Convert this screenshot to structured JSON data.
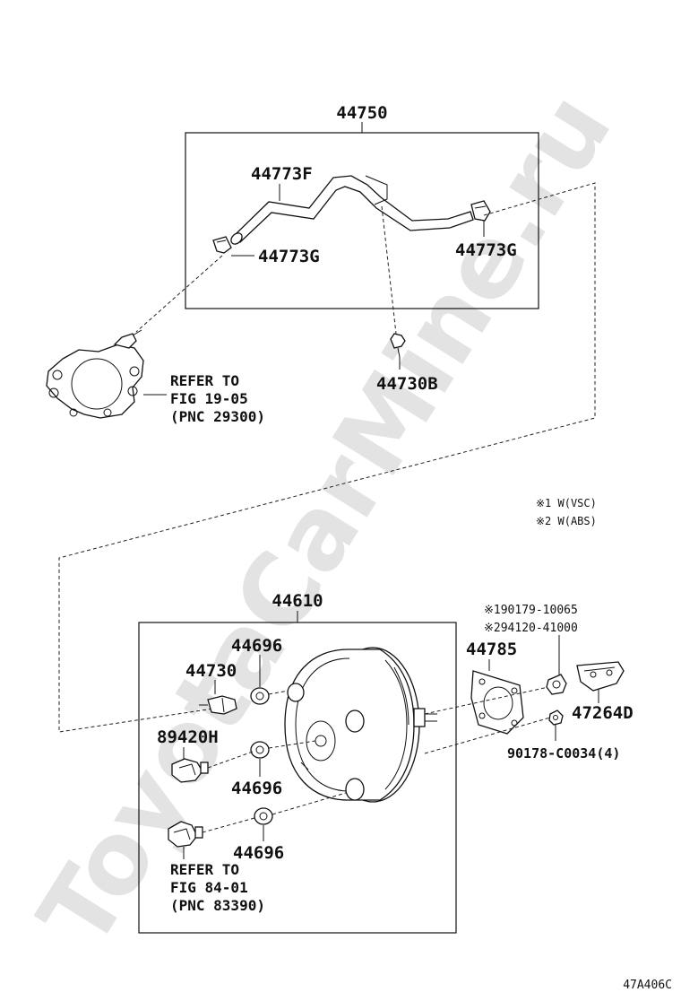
{
  "watermark": "ToyotaCarMine.ru",
  "upper_group": {
    "assembly_number": "44750",
    "hose_number": "44773F",
    "clip_left_number": "44773G",
    "clip_right_number": "44773G",
    "check_valve_number": "44730B",
    "refer_pump": {
      "line1": "REFER TO",
      "line2": "FIG 19-05",
      "line3": "(PNC 29300)"
    }
  },
  "notes": {
    "n1": "※1 W(VSC)",
    "n2": "※2 W(ABS)"
  },
  "lower_group": {
    "assembly_number": "44610",
    "grommet_top_number": "44696",
    "grommet_mid_number": "44696",
    "grommet_bottom_number": "44696",
    "union_number": "44730",
    "sensor_number": "89420H",
    "gasket_number": "44785",
    "spacer_number_1": "※190179-10065",
    "spacer_number_2": "※294120-41000",
    "clevis_number": "47264D",
    "nut_number": "90178-C0034(4)",
    "refer_sensor": {
      "line1": "REFER TO",
      "line2": "FIG 84-01",
      "line3": "(PNC 83390)"
    }
  },
  "figure_code": "47A406C"
}
